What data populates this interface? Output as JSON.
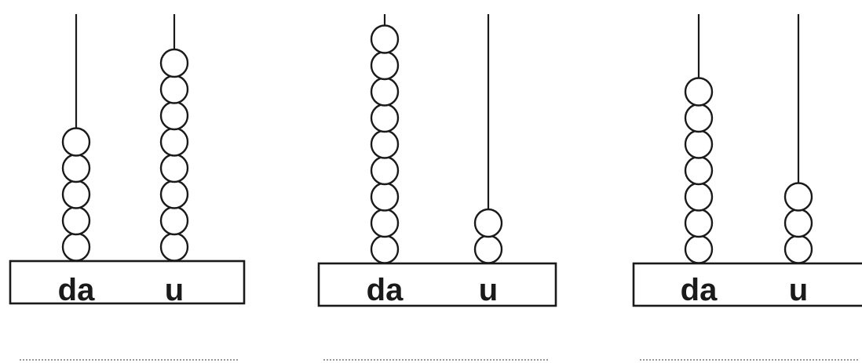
{
  "abaci": [
    {
      "id": "abacus-1",
      "rods": [
        {
          "label": "da",
          "beads": 5
        },
        {
          "label": "u",
          "beads": 8
        }
      ]
    },
    {
      "id": "abacus-2",
      "rods": [
        {
          "label": "da",
          "beads": 9
        },
        {
          "label": "u",
          "beads": 2
        }
      ]
    },
    {
      "id": "abacus-3",
      "rods": [
        {
          "label": "da",
          "beads": 7
        },
        {
          "label": "u",
          "beads": 3
        }
      ]
    }
  ],
  "colors": {
    "line": "#1a1a1a",
    "bead_fill": "#ffffff",
    "dotted_line": "#9a9a9a"
  }
}
